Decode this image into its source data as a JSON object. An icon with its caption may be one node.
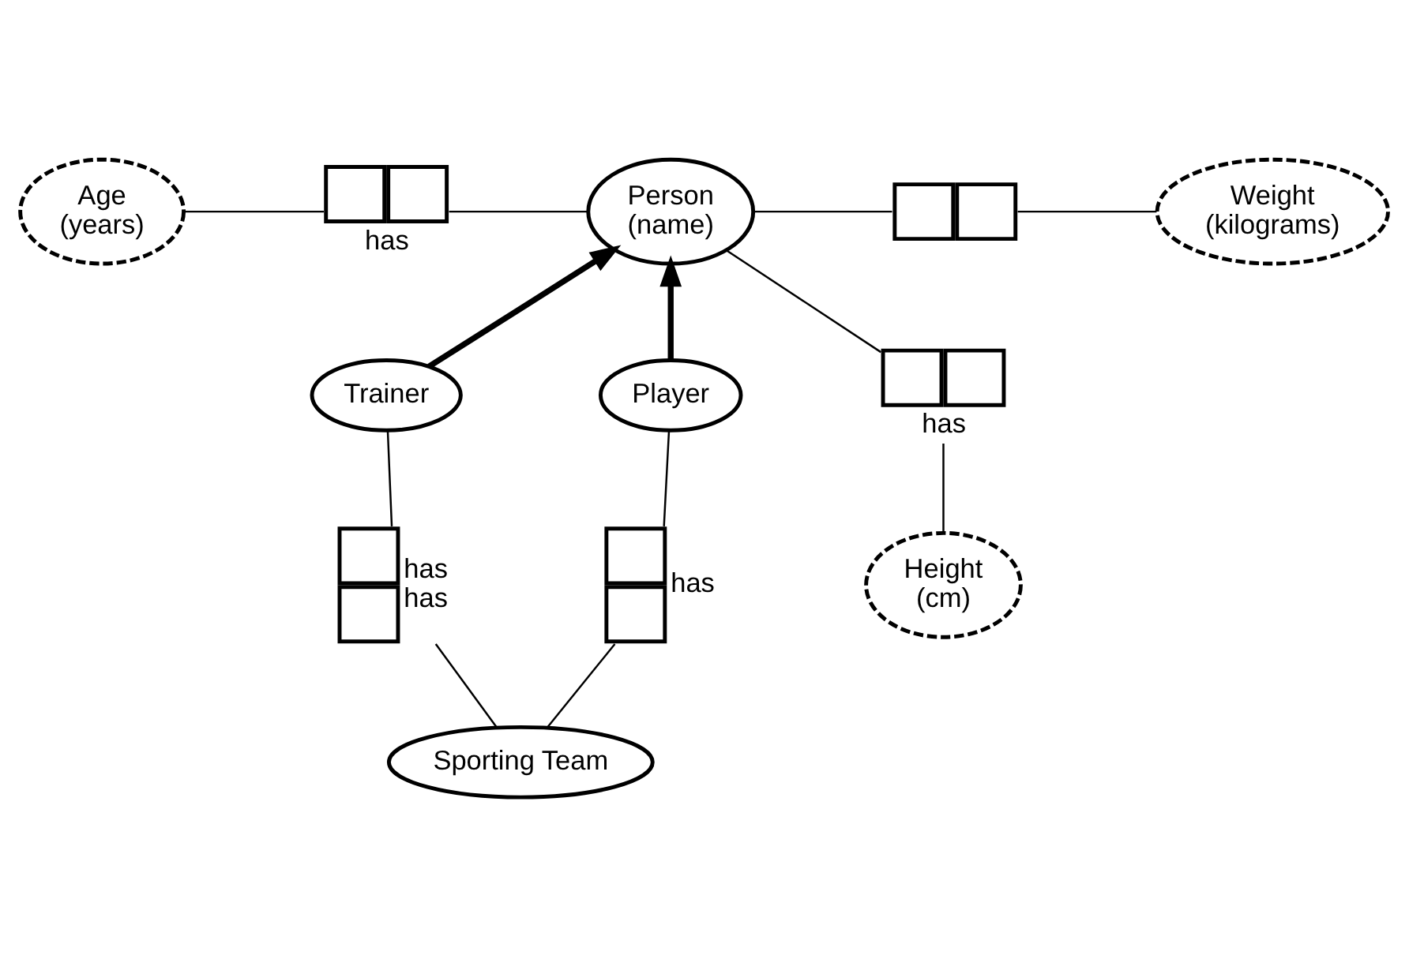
{
  "diagram": {
    "nodes": [
      {
        "text": [
          "Person",
          "(name)"
        ]
      },
      {
        "text": [
          "Age",
          "(years)"
        ]
      },
      {
        "text": [
          "Height",
          "(cm)"
        ]
      },
      {
        "text": [
          "Weight",
          "(kilograms)"
        ]
      },
      {
        "text": [
          "Trainer"
        ]
      },
      {
        "text": [
          "Player"
        ]
      },
      {
        "text": [
          "Sporting Team"
        ]
      },
      {
        "text": [],
        "shape": "box",
        "beside": [
          "has"
        ]
      },
      {
        "text": [],
        "shape": "box",
        "beside": [
          "has"
        ]
      },
      {
        "text": [],
        "shape": "box"
      },
      {
        "text": [],
        "shape": "box",
        "beside": [
          "has",
          "has"
        ]
      },
      {
        "text": [],
        "shape": "box",
        "beside": [
          "has"
        ]
      }
    ],
    "edges": [
      {
        "from": 1,
        "to": 7,
        "arrow": "none"
      },
      {
        "from": 7,
        "to": 0,
        "arrow": "none"
      },
      {
        "from": 2,
        "to": 8,
        "arrow": "none"
      },
      {
        "from": 8,
        "to": 0,
        "arrow": "none"
      },
      {
        "from": 0,
        "to": 9,
        "arrow": "none"
      },
      {
        "from": 9,
        "to": 3,
        "arrow": "none"
      },
      {
        "from": 4,
        "to": 0,
        "arrow": "to",
        "style": "thick"
      },
      {
        "from": 5,
        "to": 0,
        "arrow": "to",
        "style": "thick"
      },
      {
        "from": 6,
        "to": 10,
        "arrow": "none"
      },
      {
        "from": 10,
        "to": 4,
        "arrow": "none"
      },
      {
        "from": 6,
        "to": 11,
        "arrow": "none"
      },
      {
        "from": 11,
        "to": 5,
        "arrow": "none"
      }
    ]
  }
}
